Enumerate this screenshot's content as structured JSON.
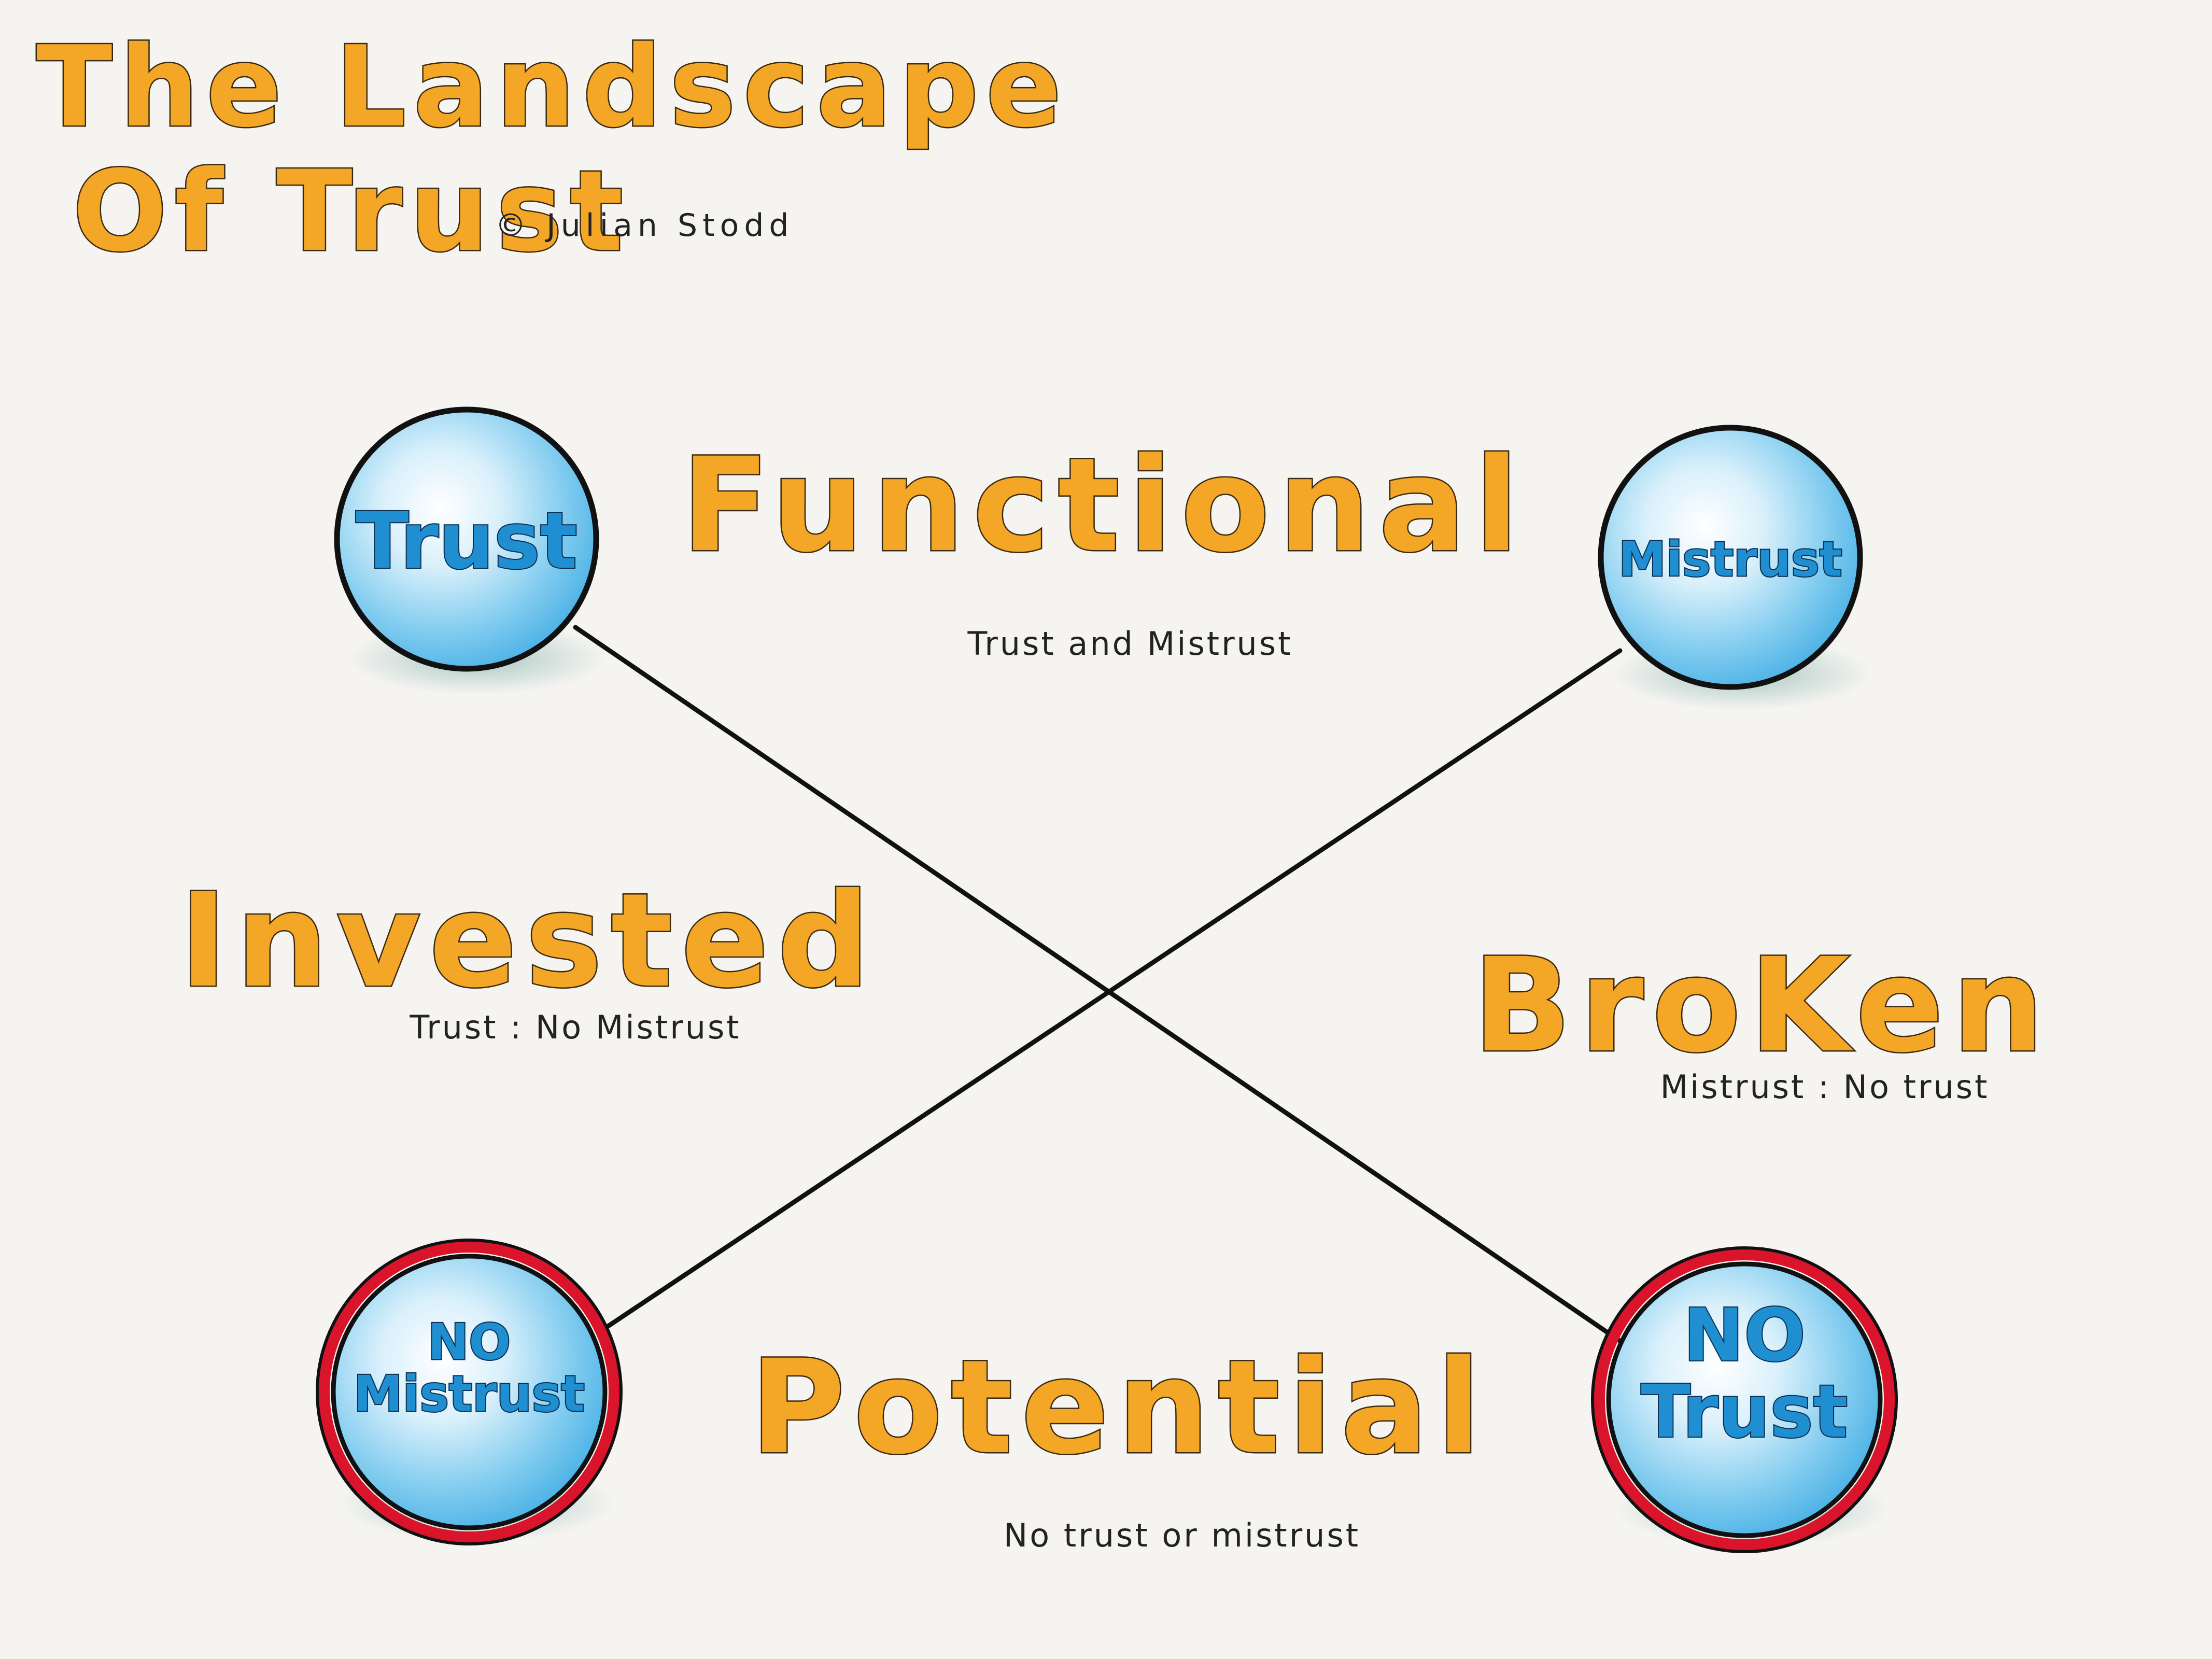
{
  "title": {
    "line1": "The Landscape",
    "line2": "Of Trust",
    "copyright": "© Julian Stodd"
  },
  "nodes": {
    "trust": {
      "label": "Trust"
    },
    "mistrust": {
      "label": "Mistrust"
    },
    "no_mistrust": {
      "line1": "NO",
      "line2": "Mistrust"
    },
    "no_trust": {
      "line1": "NO",
      "line2": "Trust"
    }
  },
  "regions": {
    "functional": {
      "label": "Functional",
      "sub": "Trust and Mistrust"
    },
    "invested": {
      "label": "Invested",
      "sub": "Trust : No Mistrust"
    },
    "broken": {
      "label": "BroKen",
      "sub": "Mistrust : No trust"
    },
    "potential": {
      "label": "Potential",
      "sub": "No trust or mistrust"
    }
  },
  "colors": {
    "background": "#f5f4f1",
    "label_orange": "#f4a626",
    "node_blue": "#1f8fd1",
    "ring_red": "#d9142b"
  }
}
